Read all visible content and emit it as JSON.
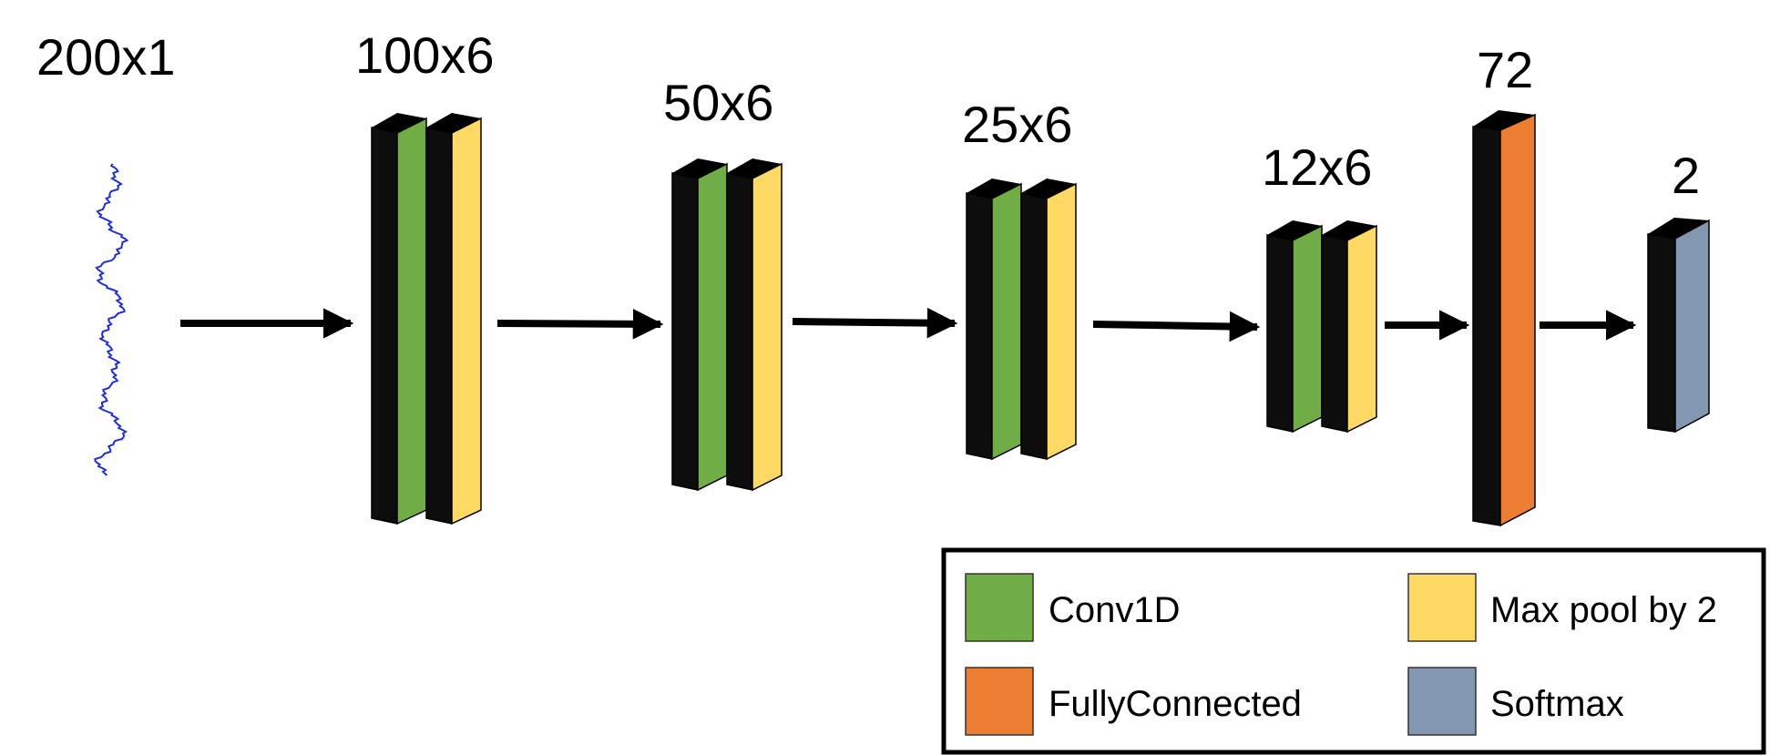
{
  "diagram": {
    "input_label": "200x1",
    "layers": [
      {
        "label": "100x6",
        "type": "conv-pool"
      },
      {
        "label": "50x6",
        "type": "conv-pool"
      },
      {
        "label": "25x6",
        "type": "conv-pool"
      },
      {
        "label": "12x6",
        "type": "conv-pool"
      },
      {
        "label": "72",
        "type": "fully-connected"
      },
      {
        "label": "2",
        "type": "softmax"
      }
    ]
  },
  "legend": {
    "items": [
      {
        "label": "Conv1D",
        "color": "#70ad47"
      },
      {
        "label": "Max pool by 2",
        "color": "#ffd966"
      },
      {
        "label": "FullyConnected",
        "color": "#ed7d31"
      },
      {
        "label": "Softmax",
        "color": "#8497b0"
      }
    ]
  },
  "colors": {
    "block_side": "#0d0d0d",
    "signal": "#1f2fd6",
    "arrow": "#000000"
  }
}
